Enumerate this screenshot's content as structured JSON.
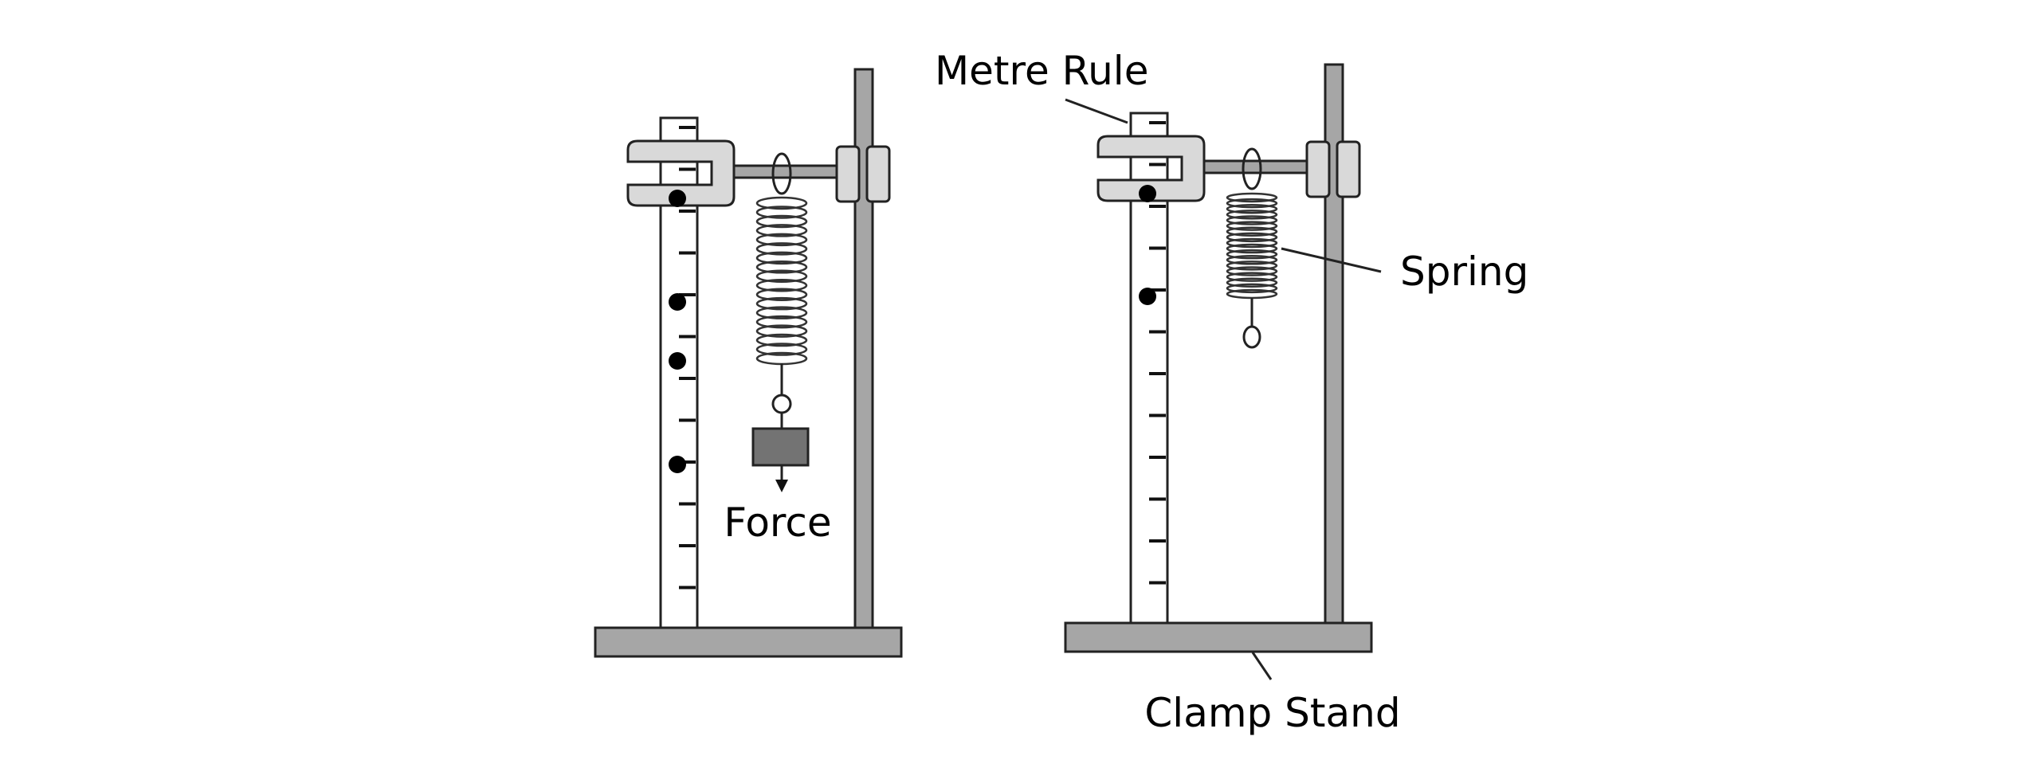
{
  "diagram": {
    "title_labels": {
      "force": "Force",
      "metre_rule": "Metre Rule",
      "spring": "Spring",
      "clamp_stand": "Clamp Stand"
    },
    "setups": [
      {
        "name": "stretched",
        "has_mass": true,
        "marked_dots": 4
      },
      {
        "name": "unstretched",
        "has_mass": false,
        "marked_dots": 2
      }
    ],
    "colors": {
      "stand_grey": "#a6a6a6",
      "clamp_light": "#d9d9d9",
      "mass_dark": "#737373",
      "outline": "#222222"
    }
  }
}
